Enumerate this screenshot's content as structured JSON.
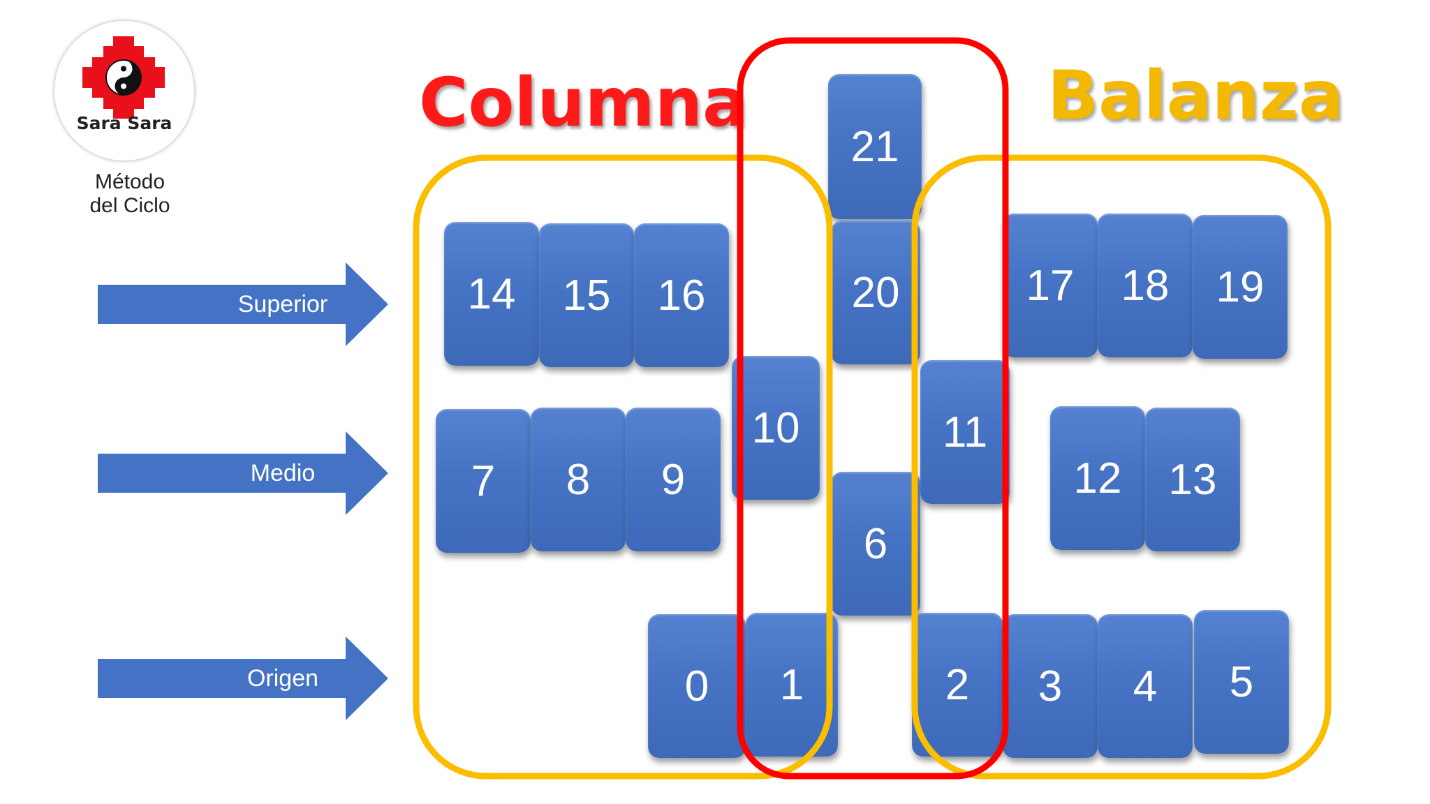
{
  "logo": {
    "name": "Sara Sara",
    "cross_color": "#e8101a",
    "yin_yang_icon": "yin-yang-icon"
  },
  "method": {
    "line1": "Método",
    "line2": "del Ciclo"
  },
  "titles": {
    "columna": "Columna",
    "balanza": "Balanza",
    "columna_color": "#ff1a1a",
    "balanza_color": "#f5b800"
  },
  "levels": {
    "superior": "Superior",
    "medio": "Medio",
    "origen": "Origen"
  },
  "colors": {
    "card_blue": "#4472c4",
    "arrow_blue": "#4472c4",
    "group_outline": "#fbbd00",
    "column_outline": "#ff0000"
  },
  "cards": {
    "c0": "0",
    "c1": "1",
    "c2": "2",
    "c3": "3",
    "c4": "4",
    "c5": "5",
    "c6": "6",
    "c7": "7",
    "c8": "8",
    "c9": "9",
    "c10": "10",
    "c11": "11",
    "c12": "12",
    "c13": "13",
    "c14": "14",
    "c15": "15",
    "c16": "16",
    "c17": "17",
    "c18": "18",
    "c19": "19",
    "c20": "20",
    "c21": "21"
  }
}
